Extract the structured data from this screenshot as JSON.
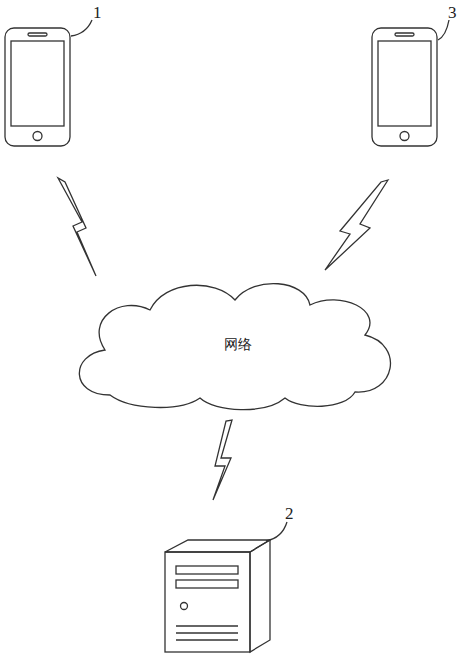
{
  "diagram": {
    "nodes": [
      {
        "text": [
          "网络"
        ]
      }
    ],
    "labels": [
      "1",
      "3",
      "2"
    ]
  }
}
